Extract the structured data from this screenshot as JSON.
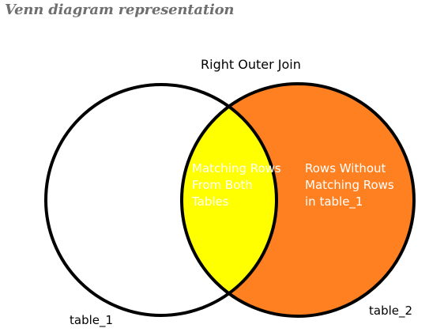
{
  "heading": "Venn diagram representation",
  "diagram": {
    "title": "Right Outer Join",
    "intersection_lines": [
      "Matching Rows",
      "From Both",
      "Tables"
    ],
    "right_only_lines": [
      "Rows Without",
      "Matching Rows",
      "in table_1"
    ],
    "left_label": "table_1",
    "right_label": "table_2"
  },
  "colors": {
    "left_fill": "#ffffff",
    "intersection_fill": "#ffff00",
    "right_fill": "#ff8021",
    "outline": "#000000",
    "heading": "#6f6f6f",
    "label_text": "#000000",
    "inner_text": "#ffffff",
    "intersection_text": "#ffffff"
  }
}
